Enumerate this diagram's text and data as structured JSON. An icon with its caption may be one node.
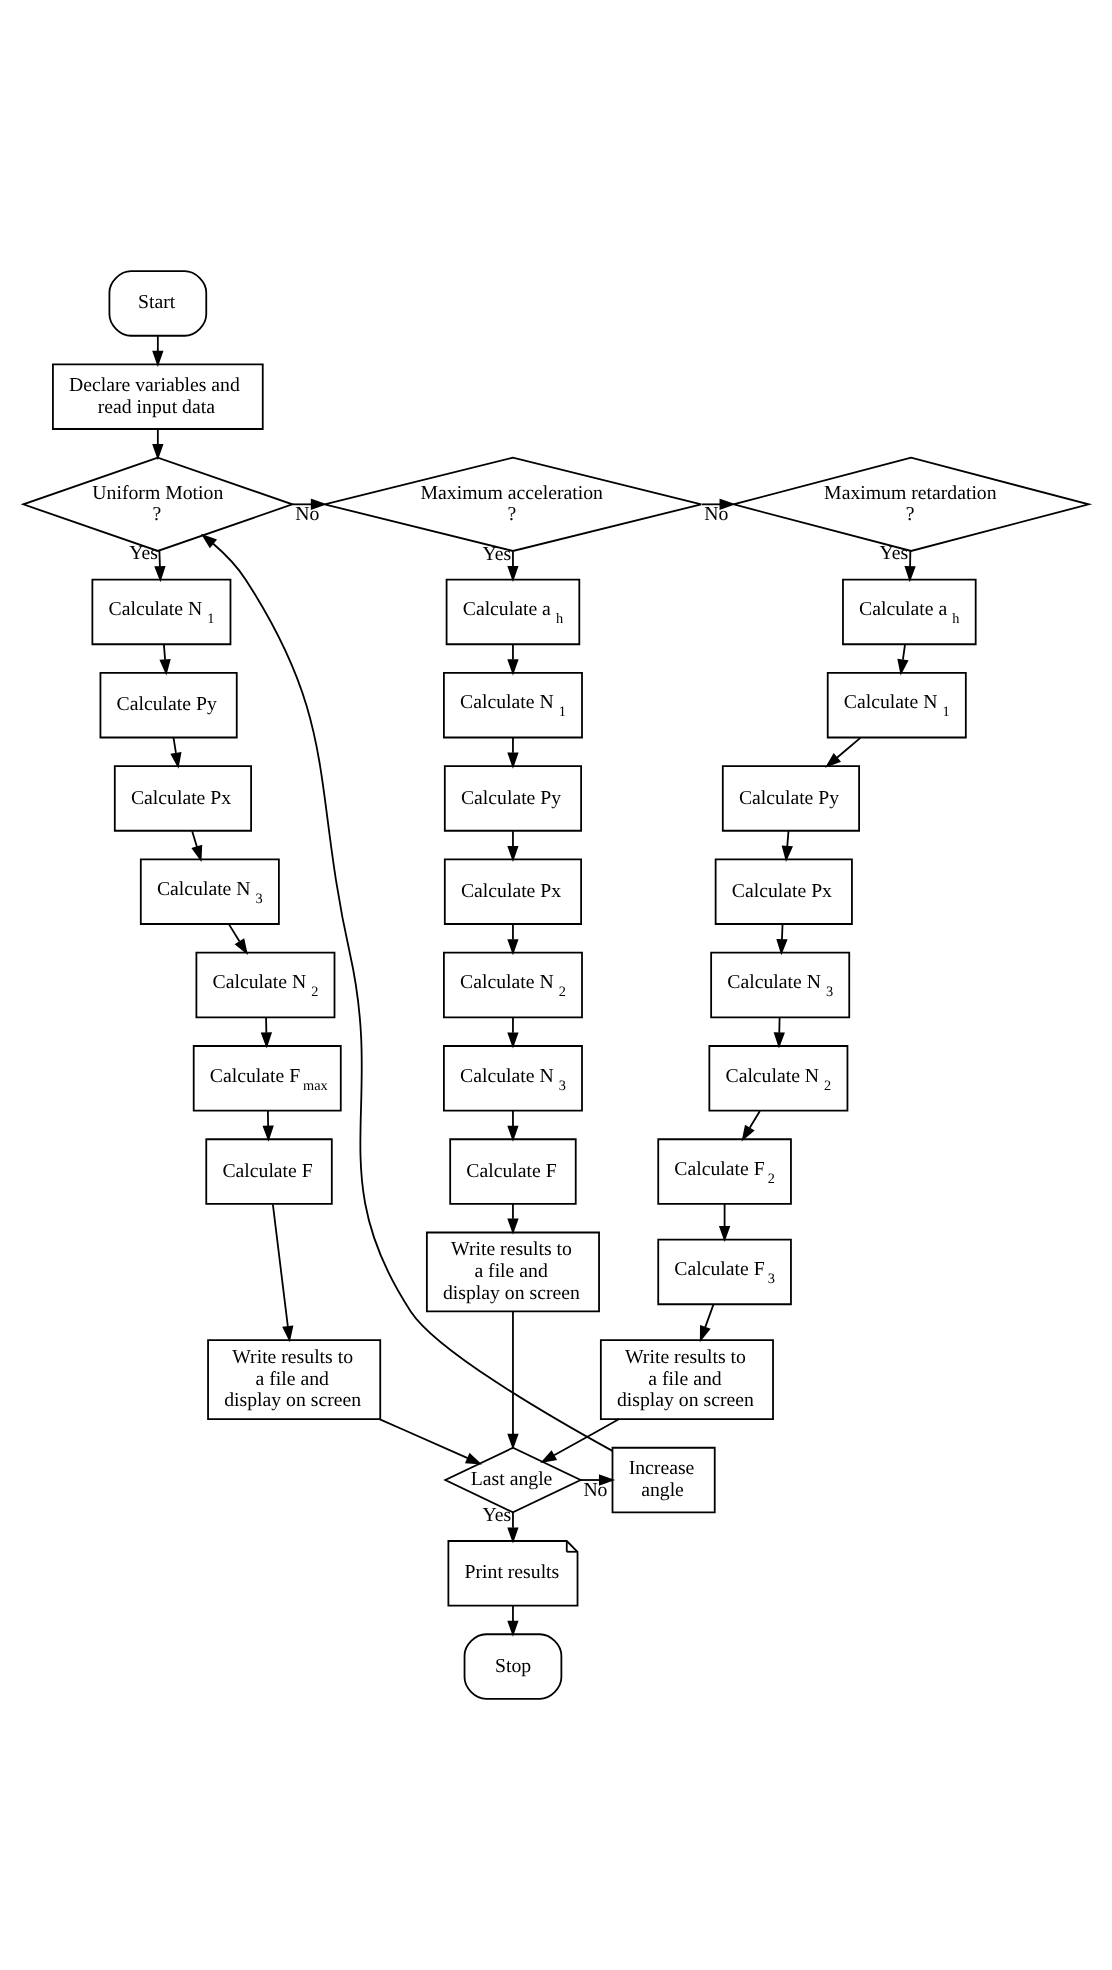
{
  "diagram": {
    "nodes": [
      {
        "text": [
          "Start"
        ]
      },
      {
        "text": [
          "Declare variables and read input data"
        ]
      },
      {
        "text": [
          "Uniform Motion ?"
        ]
      },
      {
        "text": [
          "Maximum acceleration ?"
        ]
      },
      {
        "text": [
          "Maximum retardation ?"
        ]
      },
      {
        "text": [
          "Calculate N$_{1}$"
        ]
      },
      {
        "text": [
          "Calculate Py"
        ]
      },
      {
        "text": [
          "Calculate Px"
        ]
      },
      {
        "text": [
          "Calculate N$_{3}$"
        ]
      },
      {
        "text": [
          "Calculate N$_{2}$"
        ]
      },
      {
        "text": [
          "Calculate F$_{max}$"
        ]
      },
      {
        "text": [
          "Calculate F"
        ]
      },
      {
        "text": [
          "Write results to a file and display on screen"
        ]
      },
      {
        "text": [
          "Calculate a$_{h}$"
        ]
      },
      {
        "text": [
          "Calculate N$_{1}$"
        ]
      },
      {
        "text": [
          "Calculate Py"
        ]
      },
      {
        "text": [
          "Calculate Px"
        ]
      },
      {
        "text": [
          "Calculate N$_{2}$"
        ]
      },
      {
        "text": [
          "Calculate N$_{3}$"
        ]
      },
      {
        "text": [
          "Calculate F"
        ]
      },
      {
        "text": [
          "Write results to a file and display on screen"
        ]
      },
      {
        "text": [
          "Calculate a$_{h}$"
        ]
      },
      {
        "text": [
          "Calculate N$_{1}$"
        ]
      },
      {
        "text": [
          "Calculate Py"
        ]
      },
      {
        "text": [
          "Calculate Px"
        ]
      },
      {
        "text": [
          "Calculate N$_{3}$"
        ]
      },
      {
        "text": [
          "Calculate N$_{2}$"
        ]
      },
      {
        "text": [
          "Calculate F$_{2}$"
        ]
      },
      {
        "text": [
          "Calculate F$_{3}$"
        ]
      },
      {
        "text": [
          "Write results to a file and display on screen"
        ]
      },
      {
        "text": [
          "Last angle"
        ]
      },
      {
        "text": [
          "Increase angle"
        ]
      },
      {
        "text": [
          "Print results"
        ]
      },
      {
        "text": [
          "Stop"
        ]
      }
    ],
    "edges": [
      {
        "from": 0,
        "to": 1,
        "arrow": "to"
      },
      {
        "from": 1,
        "to": 2,
        "arrow": "to"
      },
      {
        "from": 2,
        "to": 3,
        "arrow": "to",
        "label": "No"
      },
      {
        "from": 3,
        "to": 4,
        "arrow": "to",
        "label": "No"
      },
      {
        "from": 2,
        "to": 5,
        "arrow": "to",
        "label": "Yes"
      },
      {
        "from": 5,
        "to": 6,
        "arrow": "to"
      },
      {
        "from": 6,
        "to": 7,
        "arrow": "to"
      },
      {
        "from": 7,
        "to": 8,
        "arrow": "to"
      },
      {
        "from": 8,
        "to": 9,
        "arrow": "to"
      },
      {
        "from": 9,
        "to": 10,
        "arrow": "to"
      },
      {
        "from": 10,
        "to": 11,
        "arrow": "to"
      },
      {
        "from": 11,
        "to": 12,
        "arrow": "to"
      },
      {
        "from": 3,
        "to": 13,
        "arrow": "to",
        "label": "Yes"
      },
      {
        "from": 13,
        "to": 14,
        "arrow": "to"
      },
      {
        "from": 14,
        "to": 15,
        "arrow": "to"
      },
      {
        "from": 15,
        "to": 16,
        "arrow": "to"
      },
      {
        "from": 16,
        "to": 17,
        "arrow": "to"
      },
      {
        "from": 17,
        "to": 18,
        "arrow": "to"
      },
      {
        "from": 18,
        "to": 19,
        "arrow": "to"
      },
      {
        "from": 19,
        "to": 20,
        "arrow": "to"
      },
      {
        "from": 4,
        "to": 21,
        "arrow": "to",
        "label": "Yes"
      },
      {
        "from": 21,
        "to": 22,
        "arrow": "to"
      },
      {
        "from": 22,
        "to": 23,
        "arrow": "to"
      },
      {
        "from": 23,
        "to": 24,
        "arrow": "to"
      },
      {
        "from": 24,
        "to": 25,
        "arrow": "to"
      },
      {
        "from": 25,
        "to": 26,
        "arrow": "to"
      },
      {
        "from": 26,
        "to": 27,
        "arrow": "to"
      },
      {
        "from": 27,
        "to": 28,
        "arrow": "to"
      },
      {
        "from": 28,
        "to": 29,
        "arrow": "to"
      },
      {
        "from": 12,
        "to": 30,
        "arrow": "to"
      },
      {
        "from": 20,
        "to": 30,
        "arrow": "to"
      },
      {
        "from": 29,
        "to": 30,
        "arrow": "to"
      },
      {
        "from": 30,
        "to": 31,
        "arrow": "to",
        "label": "No"
      },
      {
        "from": 31,
        "to": 2,
        "arrow": "to"
      },
      {
        "from": 30,
        "to": 32,
        "arrow": "to",
        "label": "Yes"
      },
      {
        "from": 32,
        "to": 33,
        "arrow": "to"
      }
    ]
  }
}
